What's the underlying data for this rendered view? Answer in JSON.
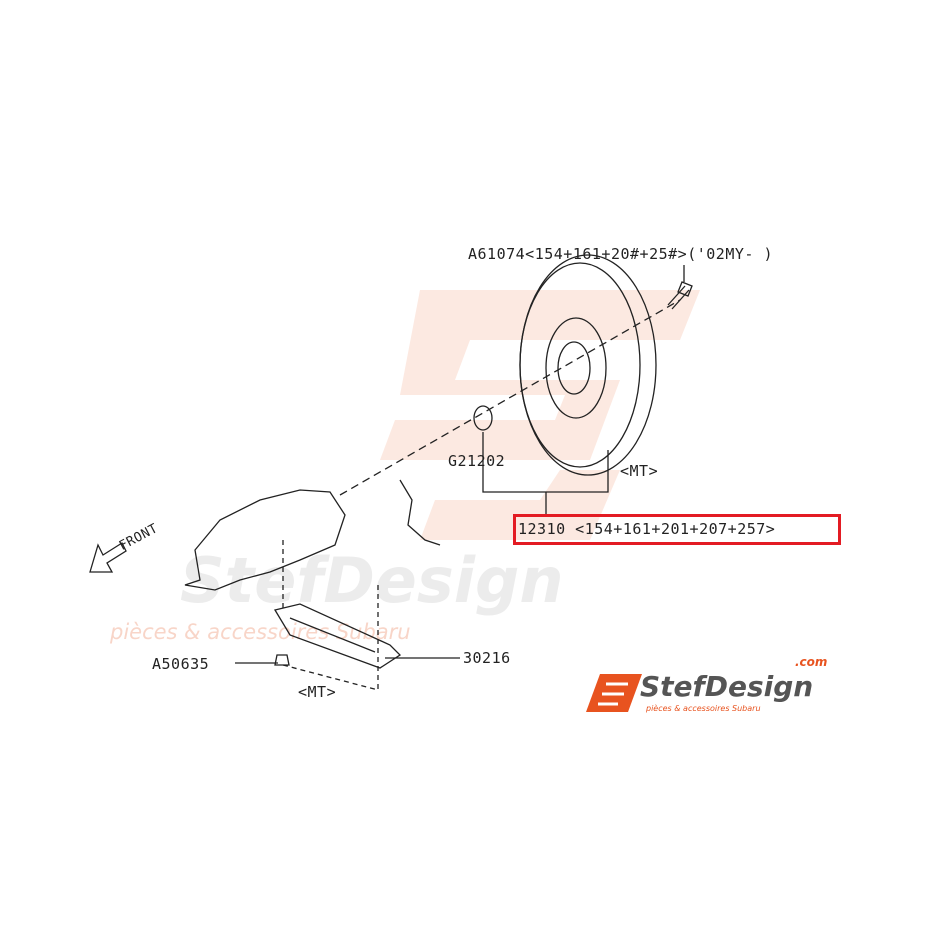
{
  "parts": {
    "bolt": "A61074<154+161+20#+25#>('02MY- )",
    "pilot_bearing": "G21202",
    "flywheel_variant": "<MT>",
    "flywheel": "12310 <154+161+201+207+257>",
    "plate": "30216",
    "plate_bolt": "A50635",
    "plate_variant": "<MT>",
    "front_arrow": "FRONT"
  },
  "highlight_color": "#e31b23",
  "watermark": {
    "brand": "StefDesign",
    "tagline": "pièces & accessoires Subaru"
  },
  "logo": {
    "mark": "SJ",
    "brand": "StefDesign",
    "domain": ".com",
    "tagline": "pièces & accessoires Subaru",
    "accent_color": "#e8531f"
  }
}
